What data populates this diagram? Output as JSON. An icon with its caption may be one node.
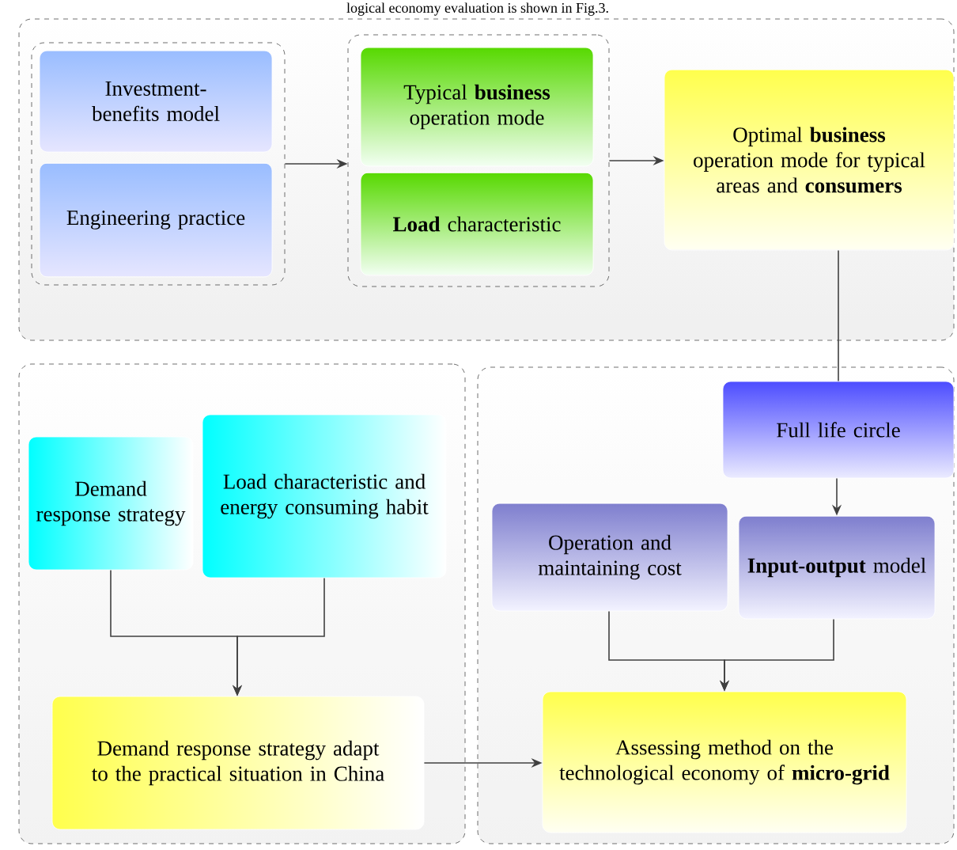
{
  "diagram": {
    "nodes": [
      {
        "text": [],
        "shape": "box"
      },
      {
        "text": [],
        "shape": "box",
        "in": 0
      },
      {
        "text": [
          "Investment-benefits model"
        ],
        "in": 1
      },
      {
        "text": [
          "Engineering practice"
        ],
        "in": 1
      },
      {
        "text": [],
        "shape": "box",
        "in": 0
      },
      {
        "text": [
          "Typical **business** operation mode"
        ],
        "in": 4
      },
      {
        "text": [
          "**Load** characteristic"
        ],
        "in": 4
      },
      {
        "text": [
          "Optimal **business** operation mode for typical areas and **consumers**"
        ],
        "in": 0
      },
      {
        "text": [],
        "shape": "box"
      },
      {
        "text": [
          "Demand response strategy"
        ],
        "in": 8
      },
      {
        "text": [
          "Load characteristic and energy consuming habit"
        ],
        "in": 8
      },
      {
        "text": [
          "Demand response strategy adapt to the practical situation in China"
        ],
        "in": 8
      },
      {
        "text": [],
        "shape": "box"
      },
      {
        "text": [
          "Full life circle"
        ],
        "in": 12
      },
      {
        "text": [
          "Operation and maintaining cost"
        ],
        "in": 12
      },
      {
        "text": [
          "**Input-output** model"
        ],
        "in": 12
      },
      {
        "text": [
          "Assessing method on the technological economy of **micro-grid**"
        ],
        "in": 12
      }
    ],
    "edges": [
      {
        "from": 1,
        "to": 4,
        "arrow": "to"
      },
      {
        "from": 4,
        "to": 7,
        "arrow": "to"
      },
      {
        "from": 7,
        "to": 13,
        "arrow": "none"
      },
      {
        "from": 13,
        "to": 15,
        "arrow": "to"
      },
      {
        "from": 9,
        "to": 11,
        "arrow": "to"
      },
      {
        "from": 10,
        "to": 11,
        "arrow": "to"
      },
      {
        "from": 14,
        "to": 16,
        "arrow": "to"
      },
      {
        "from": 15,
        "to": 16,
        "arrow": "to"
      },
      {
        "from": 11,
        "to": 16,
        "arrow": "to"
      }
    ],
    "labels": [
      "logical economy evaluation is shown in Fig.3."
    ]
  }
}
